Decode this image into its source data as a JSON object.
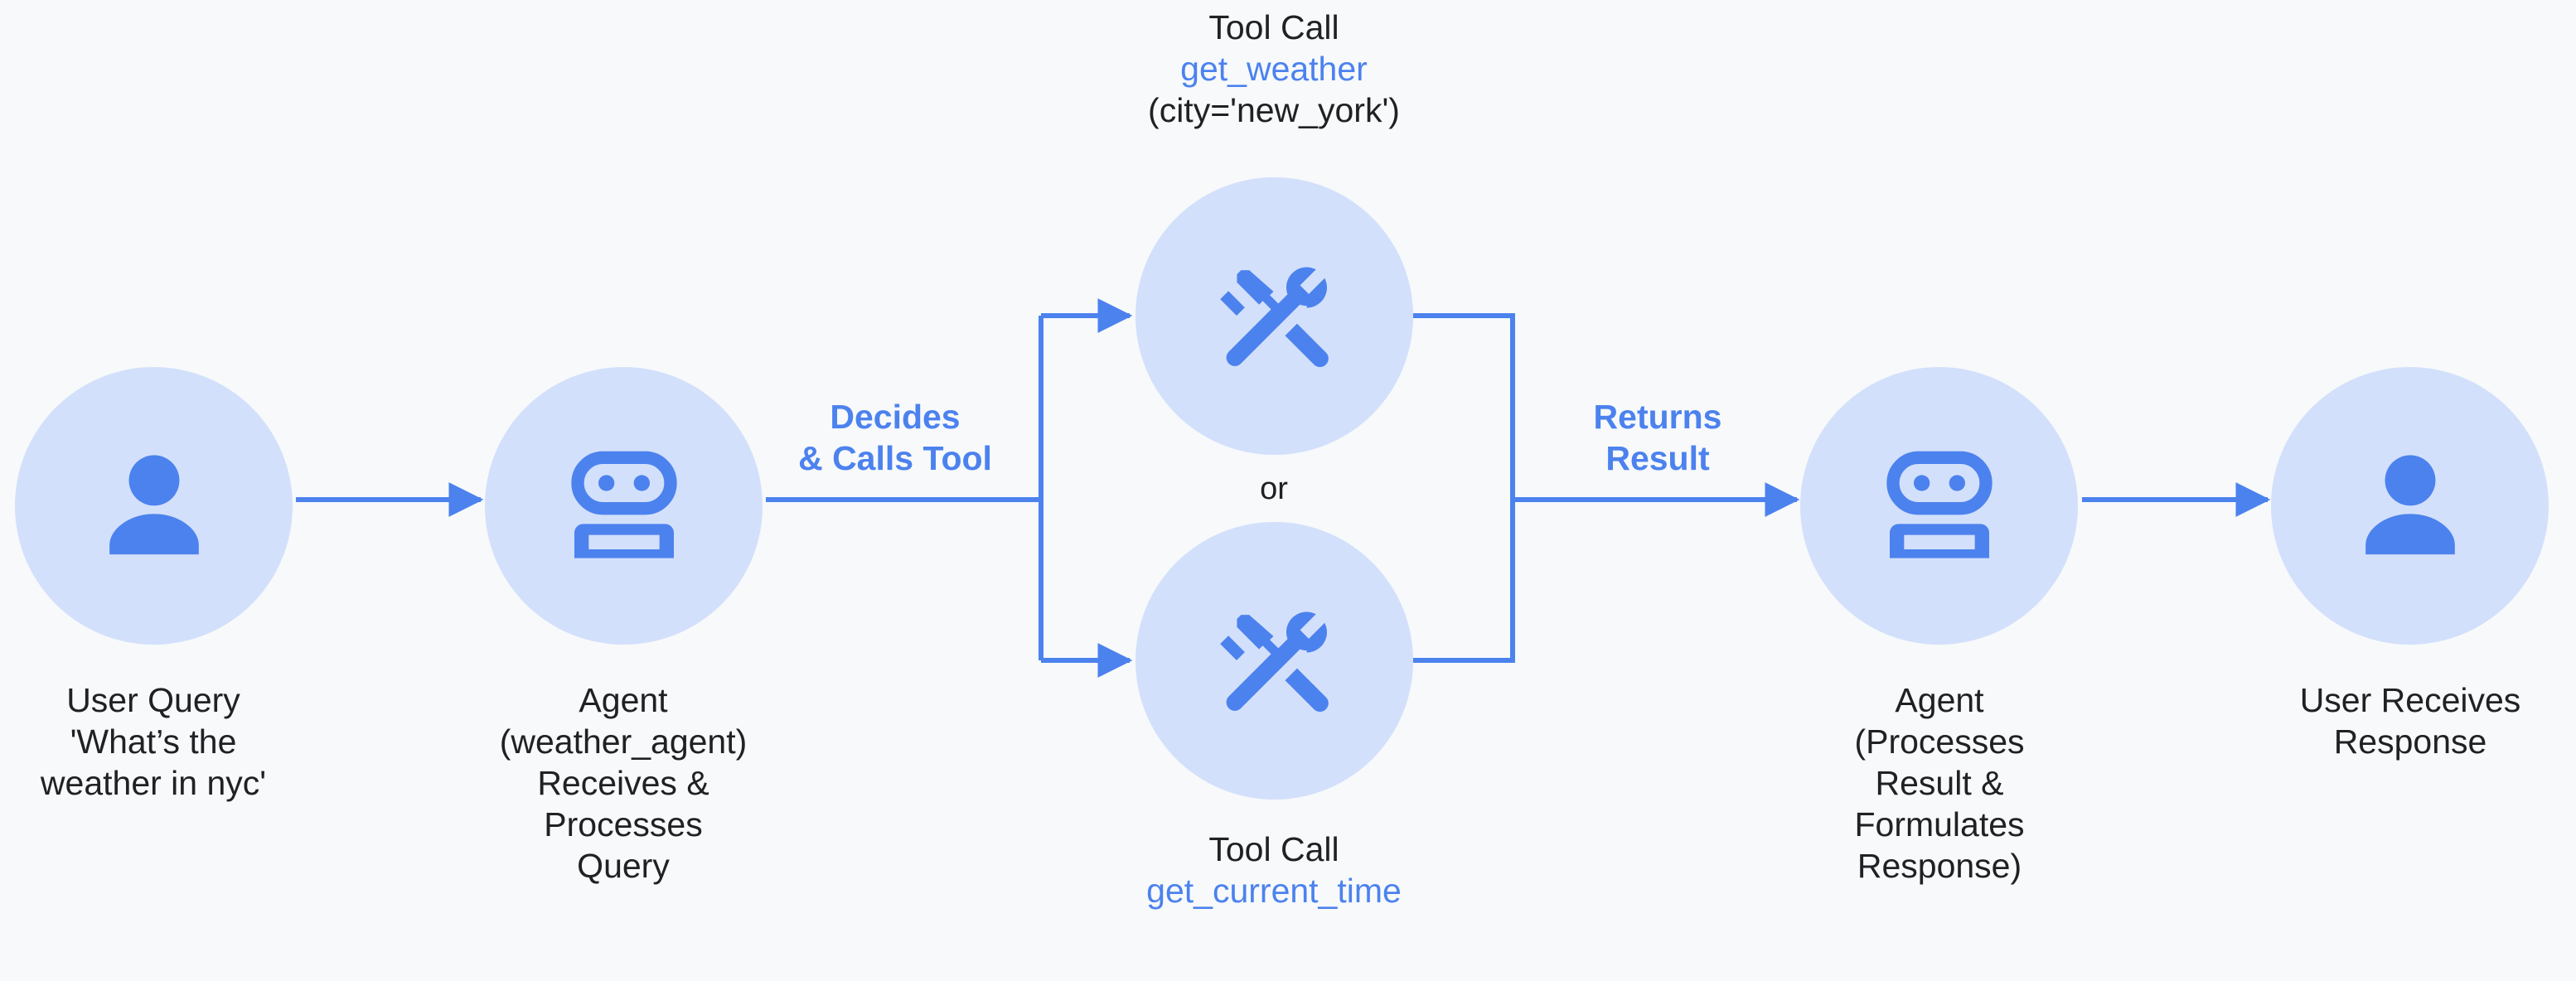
{
  "theme": {
    "background": "#f7f9fb",
    "circle_fill": "#d3e0fb",
    "accent": "#4c82ee",
    "text": "#202124"
  },
  "diagram": {
    "type": "flow",
    "title": "",
    "nodes": [
      {
        "id": "user-query",
        "icon": "person-icon",
        "caption": "User Query\n'What’s the\nweather in nyc'"
      },
      {
        "id": "agent-receives",
        "icon": "robot-icon",
        "caption": "Agent\n(weather_agent)\nReceives &\nProcesses\nQuery"
      },
      {
        "id": "tool-weather",
        "icon": "handyman-tools-icon",
        "label_line1": "Tool Call",
        "label_fn": "get_weather",
        "label_line3": "(city='new_york')"
      },
      {
        "id": "tool-time",
        "icon": "handyman-tools-icon",
        "label_line1": "Tool Call",
        "label_fn": "get_current_time",
        "label_line3": ""
      },
      {
        "id": "agent-formulates",
        "icon": "robot-icon",
        "caption": "Agent\n(Processes\nResult &\nFormulates\nResponse)"
      },
      {
        "id": "user-receives",
        "icon": "person-icon",
        "caption": "User Receives\nResponse"
      }
    ],
    "edges": [
      {
        "id": "e1",
        "label": ""
      },
      {
        "id": "e2",
        "label": "Decides\n& Calls Tool"
      },
      {
        "id": "e3",
        "label": "Returns\nResult"
      },
      {
        "id": "e4",
        "label": ""
      }
    ],
    "branch_separator": "or"
  }
}
